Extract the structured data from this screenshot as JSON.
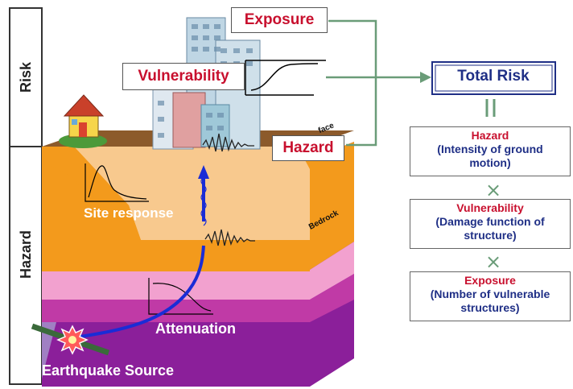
{
  "side_labels": {
    "risk": "Risk",
    "hazard": "Hazard"
  },
  "diagram_labels": {
    "exposure": "Exposure",
    "vulnerability": "Vulnerability",
    "hazard": "Hazard",
    "total_risk": "Total Risk",
    "site_response": "Site response",
    "bedrock": "Bedrock",
    "surface": "face",
    "attenuation": "Attenuation",
    "earthquake_source": "Earthquake Source"
  },
  "equation": {
    "equals_sign": "||",
    "times_sign": "×",
    "terms": [
      {
        "title": "Hazard",
        "description": "(Intensity of ground motion)"
      },
      {
        "title": "Vulnerability",
        "description": "(Damage function of structure)"
      },
      {
        "title": "Exposure",
        "description": "(Number of vulnerable structures)"
      }
    ]
  },
  "colors": {
    "label_red": "#c8102e",
    "label_navy": "#1f2f86",
    "arrow_green": "#6a9c78",
    "wave_blue": "#1a2cd6",
    "layer_orange": "#f39a1c",
    "layer_pink": "#f2a1cf",
    "layer_purple": "#8b1f9a"
  }
}
